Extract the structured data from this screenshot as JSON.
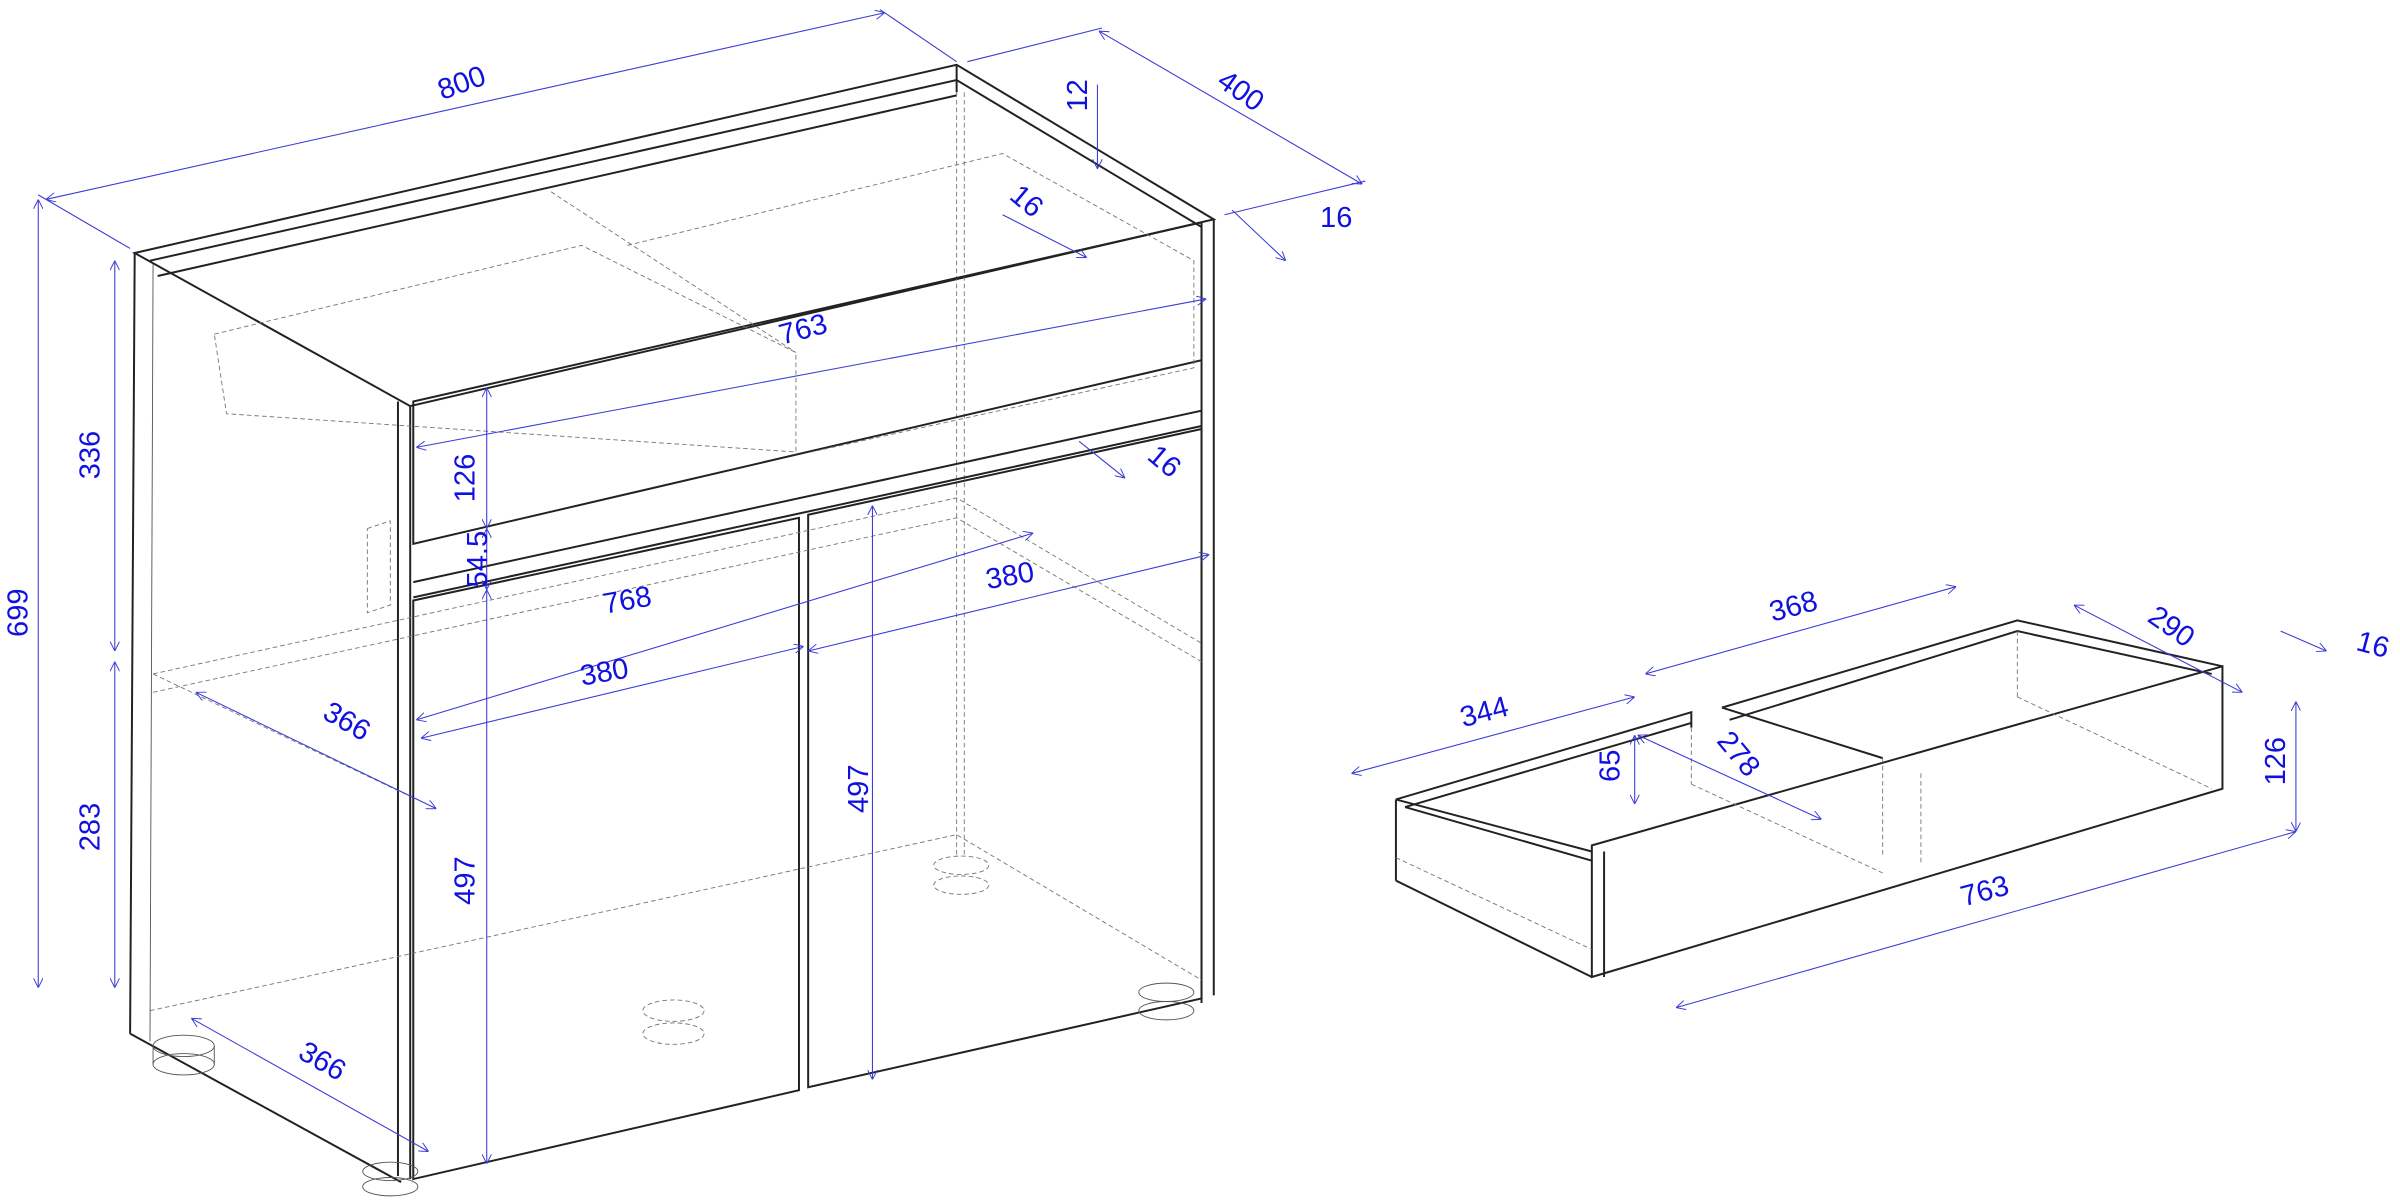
{
  "drawing": {
    "line_color": "#222222",
    "dimension_color": "#1010e0",
    "cabinet_dimensions": {
      "width": "800",
      "depth": "400",
      "top_thickness": "12",
      "panel_thickness": "16",
      "inner_panel": "16",
      "drawer_front_width": "763",
      "drawer_front_height": "126",
      "front_panel": "16",
      "total_height": "699",
      "upper_height": "336",
      "rail_height": "54.5",
      "door_span": "768",
      "door_right_width": "380",
      "door_left_width": "380",
      "shelf_depth": "366",
      "lower_height": "283",
      "door_height_left": "497",
      "door_height_right": "497",
      "bottom_depth": "366"
    },
    "drawer_dimensions": {
      "back_length": "368",
      "depth": "290",
      "front_thickness": "16",
      "side_length": "344",
      "inner_height": "65",
      "inner_depth": "278",
      "front_height": "126",
      "front_width": "763"
    }
  }
}
